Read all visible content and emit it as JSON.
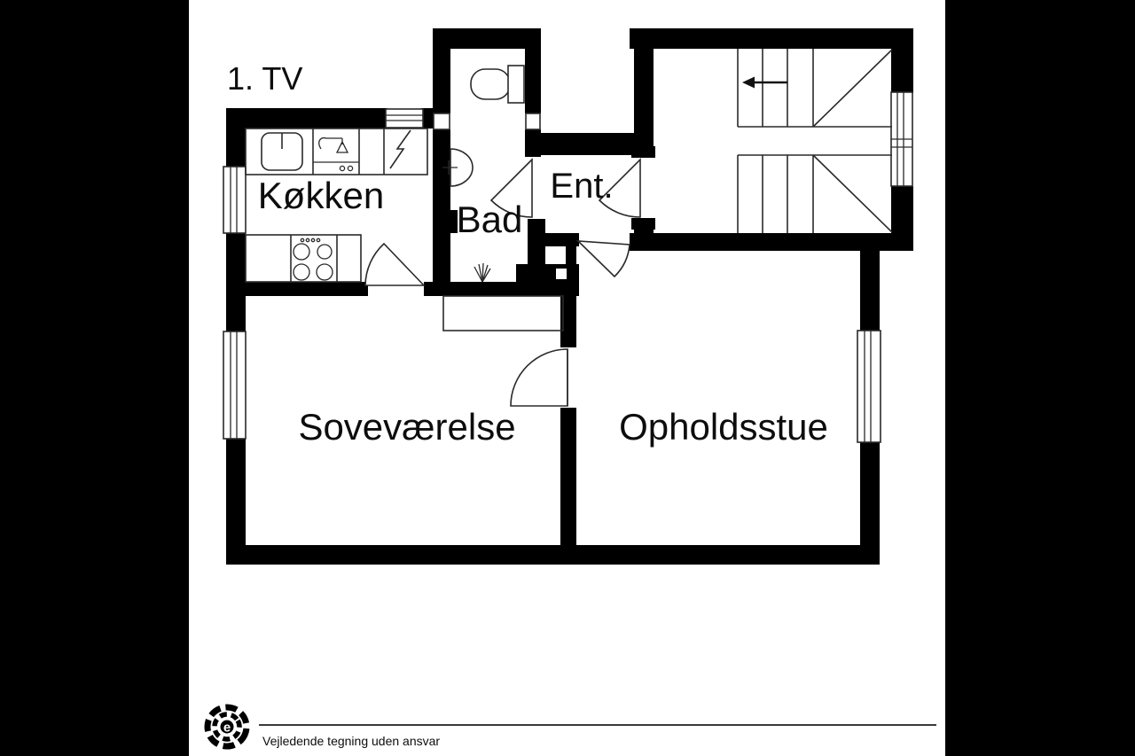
{
  "colors": {
    "wall": "#000000",
    "background": "#ffffff",
    "side_frame": "#000000",
    "thin_line": "#2a2a2a"
  },
  "plan": {
    "floor_label": "1. TV",
    "rooms": [
      {
        "id": "kokken",
        "label": "Køkken"
      },
      {
        "id": "bad",
        "label": "Bad"
      },
      {
        "id": "ent",
        "label": "Ent."
      },
      {
        "id": "sovevaerelse",
        "label": "Soveværelse"
      },
      {
        "id": "opholdsstue",
        "label": "Opholdsstue"
      }
    ],
    "stair_arrow_direction": "left",
    "fixtures": [
      "kitchen-sink",
      "faucet",
      "electric-meter",
      "stove",
      "toilet",
      "washbasin",
      "shower-drain"
    ],
    "window_count": 5,
    "door_count": 5
  },
  "footer": {
    "logo_letter": "e",
    "disclaimer": "Vejledende tegning uden ansvar"
  }
}
